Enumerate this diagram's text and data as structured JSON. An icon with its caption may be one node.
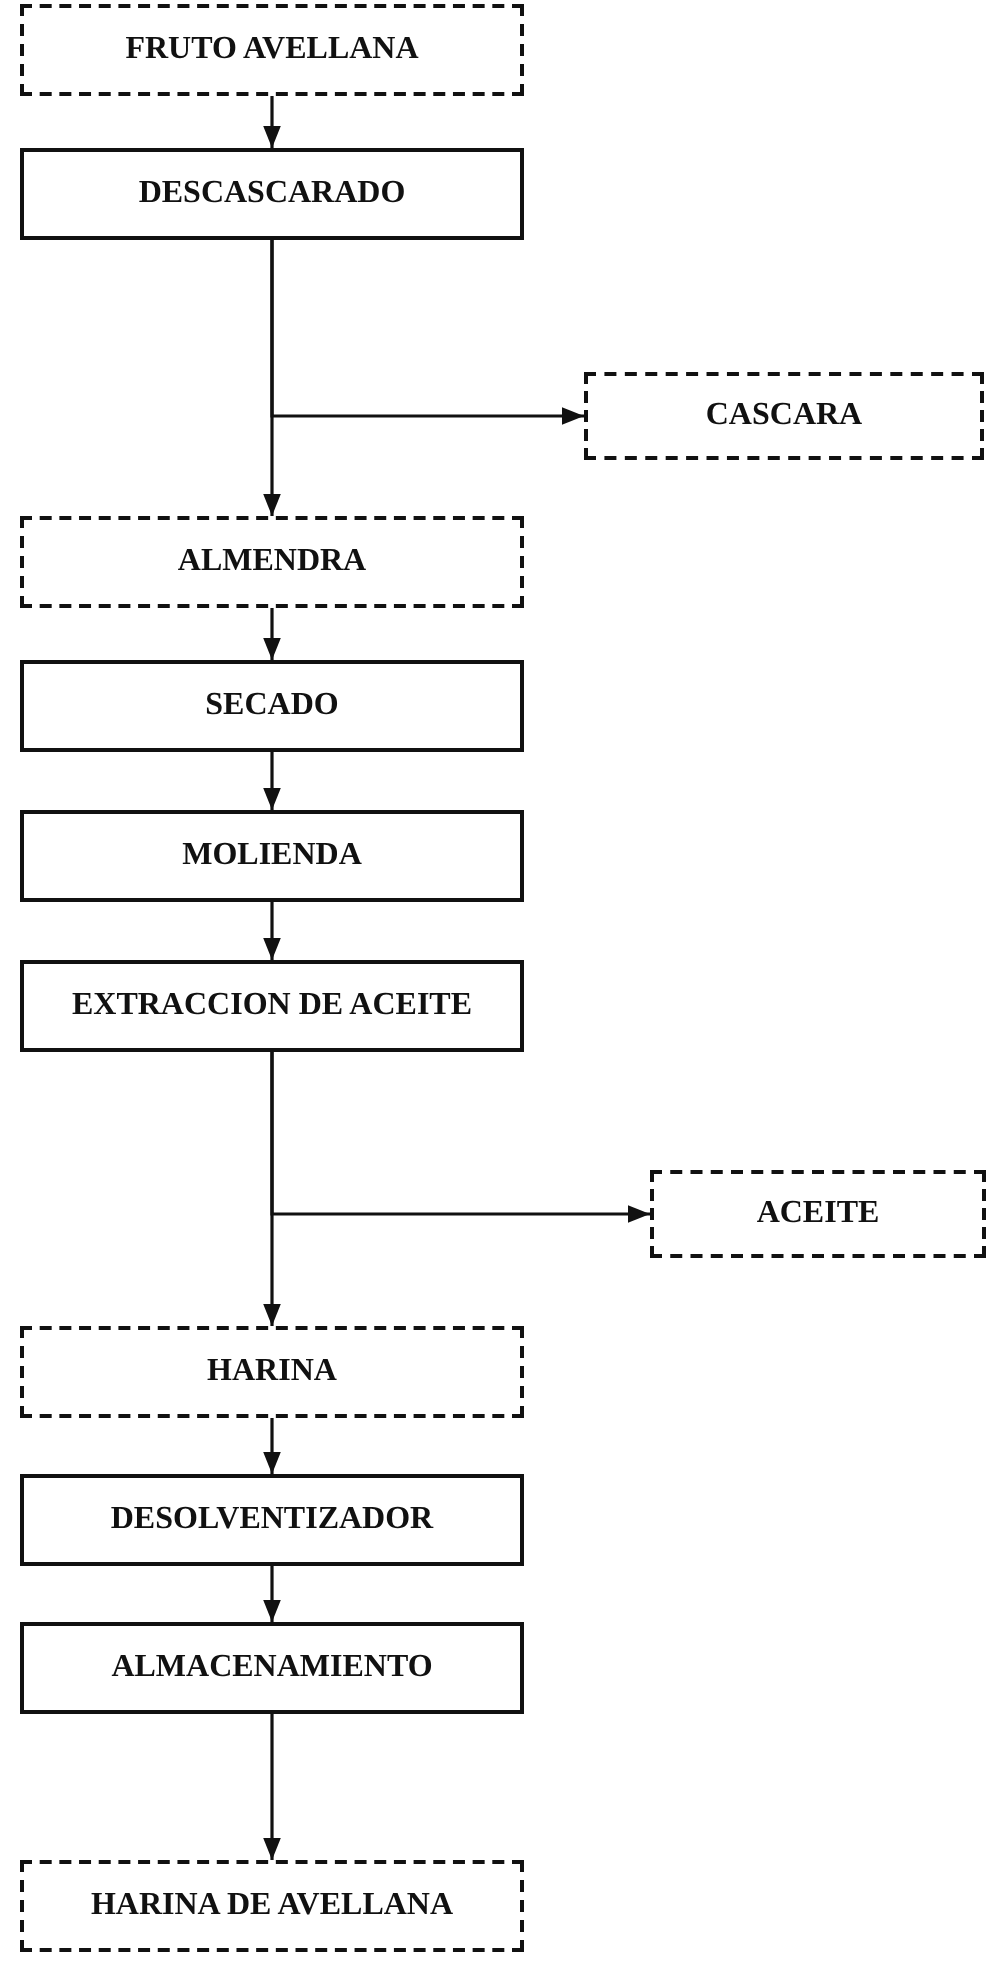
{
  "diagram": {
    "nodes": [
      {
        "text": [
          "FRUTO AVELLANA"
        ]
      },
      {
        "text": [
          "DESCASCARADO"
        ]
      },
      {
        "text": [
          "CASCARA"
        ]
      },
      {
        "text": [
          "ALMENDRA"
        ]
      },
      {
        "text": [
          "SECADO"
        ]
      },
      {
        "text": [
          "MOLIENDA"
        ]
      },
      {
        "text": [
          "EXTRACCION DE ACEITE"
        ]
      },
      {
        "text": [
          "ACEITE"
        ]
      },
      {
        "text": [
          "HARINA"
        ]
      },
      {
        "text": [
          "DESOLVENTIZADOR"
        ]
      },
      {
        "text": [
          "ALMACENAMIENTO"
        ]
      },
      {
        "text": [
          "HARINA DE AVELLANA"
        ]
      }
    ],
    "edges": [
      {
        "from": 0,
        "to": 1,
        "arrow": "to"
      },
      {
        "from": 1,
        "to": 3,
        "arrow": "to"
      },
      {
        "from": 1,
        "to": 2,
        "arrow": "to"
      },
      {
        "from": 3,
        "to": 4,
        "arrow": "to"
      },
      {
        "from": 4,
        "to": 5,
        "arrow": "to"
      },
      {
        "from": 5,
        "to": 6,
        "arrow": "to"
      },
      {
        "from": 6,
        "to": 8,
        "arrow": "to"
      },
      {
        "from": 6,
        "to": 7,
        "arrow": "to"
      },
      {
        "from": 8,
        "to": 9,
        "arrow": "to"
      },
      {
        "from": 9,
        "to": 10,
        "arrow": "to"
      },
      {
        "from": 10,
        "to": 11,
        "arrow": "to"
      }
    ]
  }
}
